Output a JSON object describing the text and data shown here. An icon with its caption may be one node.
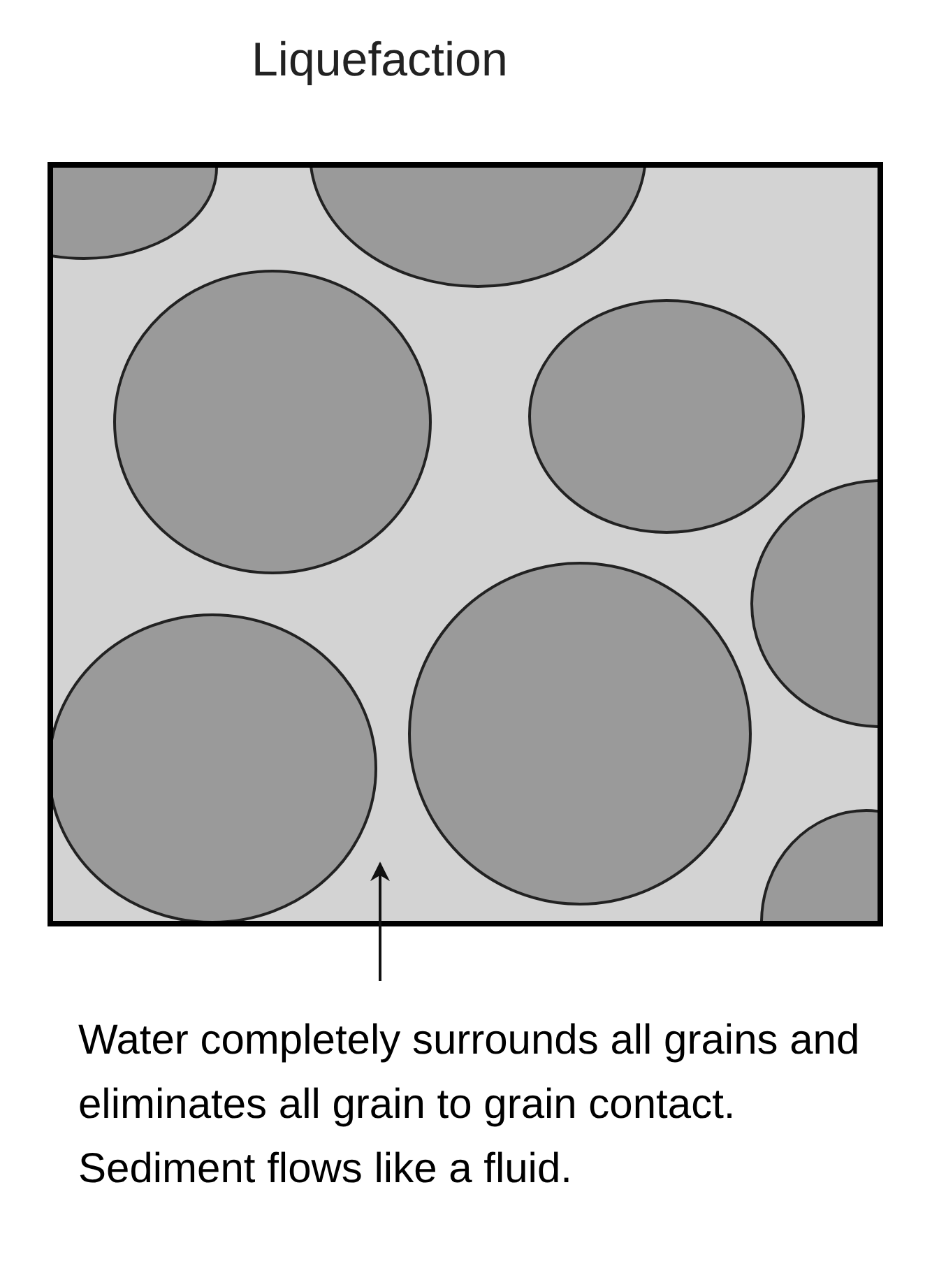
{
  "diagram": {
    "title": "Liquefaction",
    "nodes": [
      {
        "text": [],
        "shape": "box"
      },
      {
        "text": [
          "Water completely surrounds all grains and eliminates all grain to grain contact. Sediment flows like a fluid."
        ]
      }
    ],
    "edges": [
      {
        "from": 1,
        "to": 0,
        "arrow": "to"
      }
    ]
  }
}
